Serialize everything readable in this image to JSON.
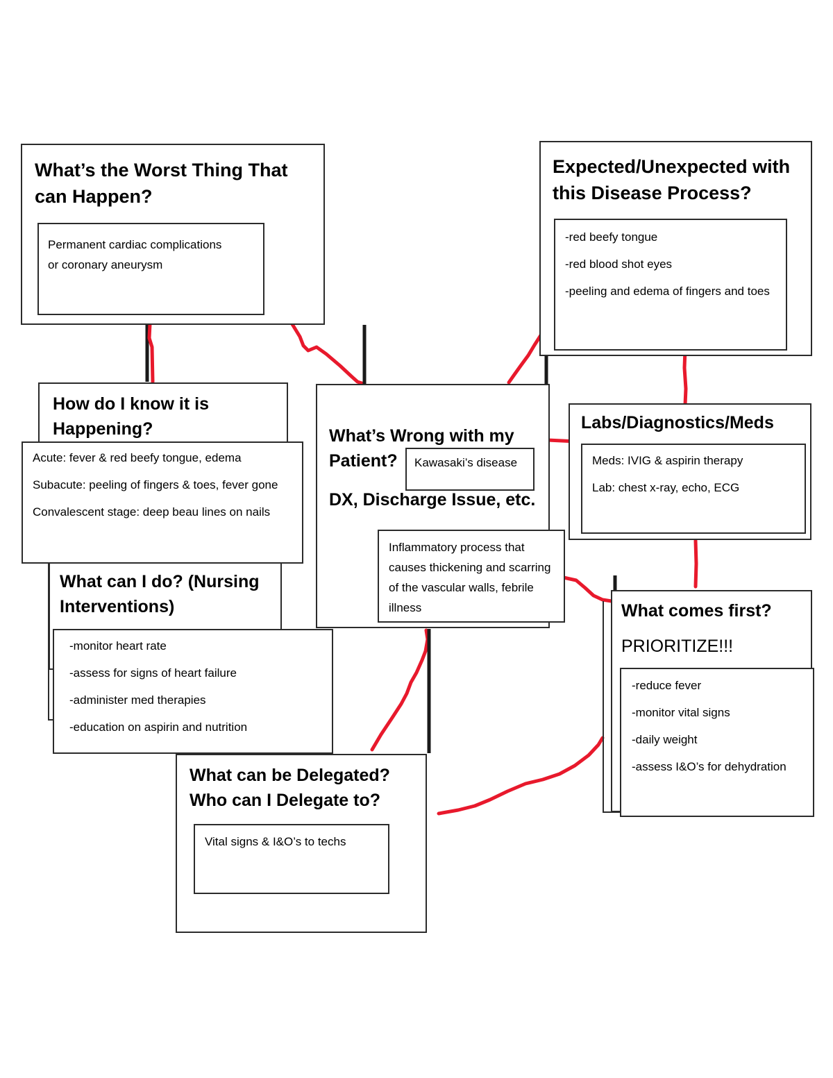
{
  "page": {
    "title": "Kawasaki's Disease Nursing Concept Map",
    "accent_color": "#e8192c",
    "border_color": "#2b2b2b",
    "background": "#ffffff"
  },
  "nodes": {
    "worst_thing": {
      "heading": "What’s the Worst Thing That can Happen?",
      "content": [
        "Permanent cardiac complications or coronary aneurysm"
      ]
    },
    "expected": {
      "heading": "Expected/Unexpected with this Disease Process?",
      "content": [
        "-red beefy tongue",
        "-red blood shot eyes",
        "-peeling and edema of fingers and toes"
      ]
    },
    "how_do_i_know": {
      "heading": "How do I know it is Happening?",
      "content": [
        "Acute: fever & red beefy tongue, edema",
        "Subacute: peeling of fingers & toes, fever gone",
        "Convalescent stage: deep beau lines on nails"
      ]
    },
    "whats_wrong": {
      "heading_1": "What’s Wrong with my Patient?",
      "heading_2": "DX, Discharge Issue, etc.",
      "diagnosis": "Kawasaki’s disease",
      "description": "Inflammatory process that causes thickening and scarring of the vascular walls, febrile illness"
    },
    "labs": {
      "heading": "Labs/Diagnostics/Meds",
      "content": [
        "Meds: IVIG & aspirin therapy",
        "Lab: chest x-ray, echo, ECG"
      ]
    },
    "what_can_i_do": {
      "heading": "What can I do? (Nursing Interventions)",
      "content": [
        "-monitor heart rate",
        "-assess for signs of heart failure",
        "-administer med therapies",
        "-education on aspirin and nutrition"
      ]
    },
    "what_comes_first": {
      "heading_1": "What comes first?",
      "heading_2": "PRIORITIZE!!!",
      "content": [
        "-reduce fever",
        "-monitor vital signs",
        "-daily weight",
        "-assess I&O’s for dehydration"
      ]
    },
    "delegated": {
      "heading": "What can be Delegated? Who can I Delegate to?",
      "content": [
        "Vital signs & I&O’s to techs"
      ]
    }
  }
}
